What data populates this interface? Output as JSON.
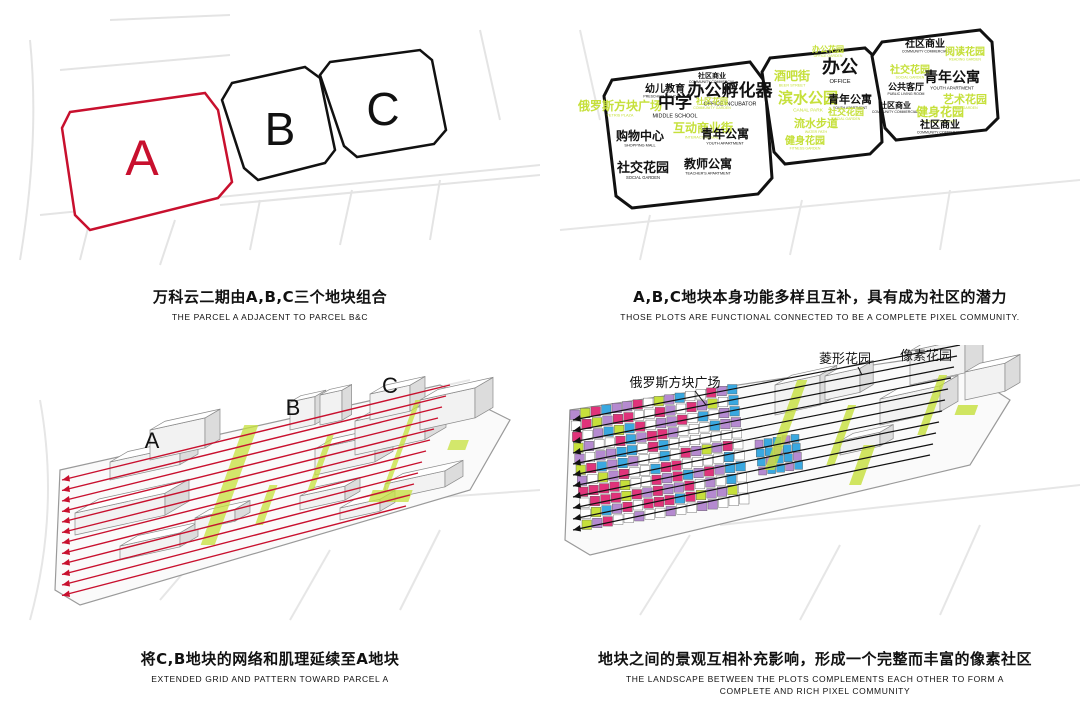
{
  "parcels": {
    "a": "A",
    "b": "B",
    "c": "C"
  },
  "captions": {
    "tl": {
      "zh": "万科云二期由A,B,C三个地块组合",
      "en": "THE PARCEL A ADJACENT TO PARCEL B&C"
    },
    "tr": {
      "zh": "A,B,C地块本身功能多样且互补，具有成为社区的潜力",
      "en": "THOSE PLOTS ARE FUNCTIONAL CONNECTED TO BE A COMPLETE PIXEL COMMUNITY."
    },
    "bl": {
      "zh": "将C,B地块的网络和肌理延续至A地块",
      "en": "EXTENDED GRID AND PATTERN TOWARD PARCEL A"
    },
    "br": {
      "zh": "地块之间的景观互相补充影响，形成一个完整而丰富的像素社区",
      "en1": "THE LANDSCAPE BETWEEN THE PLOTS COMPLEMENTS EACH OTHER TO FORM A",
      "en2": "COMPLETE AND RICH PIXEL COMMUNITY"
    }
  },
  "functions": {
    "a": [
      {
        "zh": "幼儿教育",
        "en": "PRESCHOOL EDUCATION"
      },
      {
        "zh": "社区商业",
        "en": "COMMUNITY COMMERCIAL"
      },
      {
        "zh": "俄罗斯方块广场",
        "en": "TETRIS PLAZA"
      },
      {
        "zh": "中学",
        "en": "MIDDLE SCHOOL"
      },
      {
        "zh": "办公孵化器",
        "en": "OFFICE INCUBATOR"
      },
      {
        "zh": "社区花园",
        "en": "COMMUNITY GARDEN"
      },
      {
        "zh": "购物中心",
        "en": "SHOPPING MALL"
      },
      {
        "zh": "互动商业街",
        "en": "INTERACTIVE MALL"
      },
      {
        "zh": "青年公寓",
        "en": "YOUTH APARTMENT"
      },
      {
        "zh": "教师公寓",
        "en": "TEACHER'S APARTMENT"
      },
      {
        "zh": "社交花园",
        "en": "SOCIAL GARDEN"
      }
    ],
    "b": [
      {
        "zh": "办公花园",
        "en": "OFFICE GARDEN"
      },
      {
        "zh": "酒吧街",
        "en": "BEER STREET"
      },
      {
        "zh": "办公",
        "en": "OFFICE"
      },
      {
        "zh": "滨水公园",
        "en": "CANAL PARK"
      },
      {
        "zh": "青年公寓",
        "en": "YOUTH APARTMENT"
      },
      {
        "zh": "社交花园",
        "en": "SOCIAL GARDEN"
      },
      {
        "zh": "流水步道",
        "en": "WATER PATH"
      },
      {
        "zh": "健身花园",
        "en": "FITNESS GARDEN"
      }
    ],
    "c": [
      {
        "zh": "社区商业",
        "en": "COMMUNITY COMMERCIAL"
      },
      {
        "zh": "阅读花园",
        "en": "READING GARDEN"
      },
      {
        "zh": "社交花园",
        "en": "SOCIAL GARDEN"
      },
      {
        "zh": "公共客厅",
        "en": "PUBLIC LIVING ROOM"
      },
      {
        "zh": "青年公寓",
        "en": "YOUTH APARTMENT"
      },
      {
        "zh": "社区商业",
        "en": "COMMUNITY COMMERCIAL"
      },
      {
        "zh": "艺术花园",
        "en": "ARTS GARDEN"
      },
      {
        "zh": "健身花园",
        "en": "FITNESS GARDEN"
      },
      {
        "zh": "社区商业",
        "en": "COMMUNITY COMMERCIAL"
      }
    ]
  },
  "landscape_labels": {
    "tetris": "俄罗斯方块广场",
    "diamond": "菱形花园",
    "pixel": "像素花园"
  },
  "colors": {
    "red": "#c8102e",
    "lime": "#c6e03b",
    "black": "#111111",
    "pink": "#e0337a",
    "blue": "#3aa8e0",
    "purple": "#b58ad0"
  }
}
